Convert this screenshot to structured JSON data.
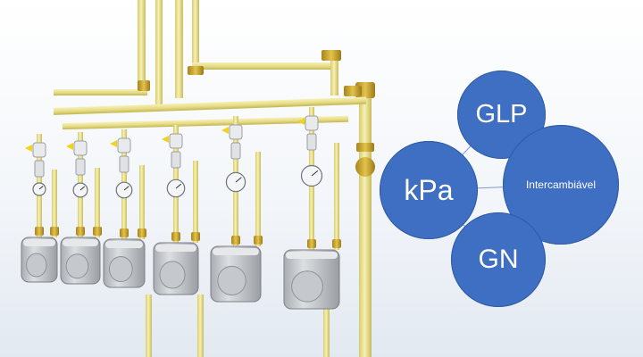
{
  "diagram": {
    "center": {
      "label": "kPa"
    },
    "nodes": [
      {
        "id": "glp",
        "label": "GLP"
      },
      {
        "id": "inter",
        "label": "Intercambiável"
      },
      {
        "id": "gn",
        "label": "GN"
      }
    ]
  },
  "colors": {
    "bubble_fill": "#3f6fc2",
    "connector": "#7a9bd3",
    "pipe": "#ece38e",
    "pipe_shade": "#c9bd58",
    "brass": "#c9a230",
    "meter_body": "#c9ccd0",
    "meter_shade": "#8e9297",
    "valve_handle": "#f2d21b"
  },
  "illustration": {
    "meter_count": 6,
    "icon": "gas-meter-installation-icon"
  }
}
